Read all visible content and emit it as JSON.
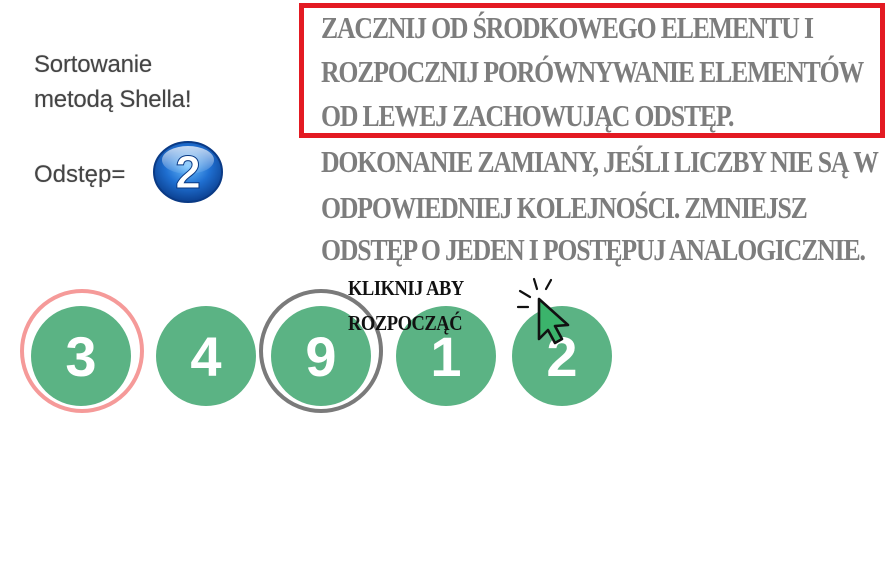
{
  "sidebar": {
    "title_line_1": "Sortowanie",
    "title_line_2": "metodą Shella!",
    "gap_label": "Odstęp=",
    "gap_value": "2"
  },
  "instructions": {
    "line_1": "ZACZNIJ OD ŚRODKOWEGO ELEMENTU I",
    "line_2": "ROZPOCZNIJ PORÓWNYWANIE ELEMENTÓW",
    "line_3": "OD LEWEJ ZACHOWUJĄC ODSTĘP.",
    "line_4": "DOKONANIE ZAMIANY, JEŚLI LICZBY NIE SĄ W",
    "line_5": "ODPOWIEDNIEJ KOLEJNOŚCI. ZMNIEJSZ",
    "line_6": "ODSTĘP O JEDEN I POSTĘPUJ ANALOGICZNIE."
  },
  "start_hint": {
    "line_1": "KLIKNIJ ABY",
    "line_2": "ROZPOCZĄĆ"
  },
  "numbers": [
    "3",
    "4",
    "9",
    "1",
    "2"
  ],
  "colors": {
    "circle_fill": "#5bb384",
    "left_highlight_ring": "#f59a99",
    "right_highlight_ring": "#7a7a7a",
    "instruction_box_border": "#e31a22",
    "instruction_text": "#7d7d7d",
    "badge_blue": "#1f6fd1"
  },
  "icons": {
    "gap_badge": "circle-number-badge-icon",
    "pointer": "hand-pointer-cursor-icon"
  }
}
